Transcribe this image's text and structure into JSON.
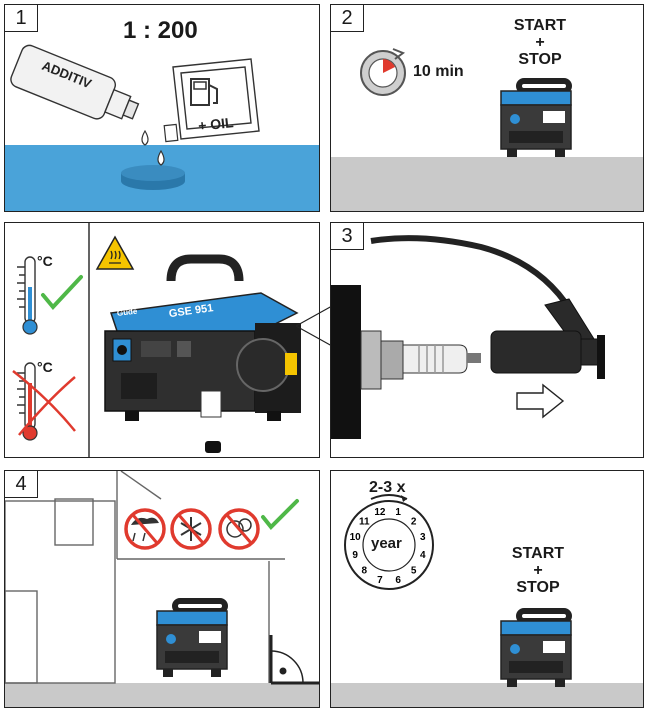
{
  "panels": [
    {
      "number": "1",
      "ratio": "1 : 200",
      "bottle_label": "ADDITIV",
      "can_label": "+ OIL"
    },
    {
      "number": "2",
      "duration": "10 min",
      "start": "START",
      "plus": "+",
      "stop": "STOP"
    },
    {
      "number": "",
      "unit_ok": "°C",
      "unit_bad": "°C",
      "model": "GSE 951",
      "brand": "Güde"
    },
    {
      "number": "3"
    },
    {
      "number": "4"
    },
    {
      "number": "",
      "frequency": "2-3 x",
      "period": "year",
      "months": [
        "1",
        "2",
        "3",
        "4",
        "5",
        "6",
        "7",
        "8",
        "9",
        "10",
        "11",
        "12"
      ],
      "start": "START",
      "plus": "+",
      "stop": "STOP"
    }
  ],
  "colors": {
    "water": "#4aa3d9",
    "floor": "#c9c9c9",
    "generator_blue": "#2f8fd4",
    "check": "#4fb848",
    "cross": "#e03a2e",
    "warning": "#f5c400"
  }
}
